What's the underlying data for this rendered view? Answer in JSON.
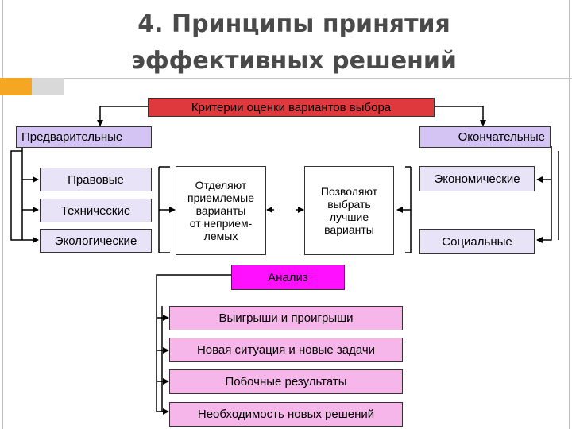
{
  "title": {
    "line1": "4. Принципы принятия",
    "line2": "эффективных решений"
  },
  "top_box": "Критерии оценки вариантов выбора",
  "left_branch": {
    "label": "Предварительные",
    "items": [
      "Правовые",
      "Технические",
      "Экологические"
    ]
  },
  "right_branch": {
    "label": "Окончательные",
    "items": [
      "Экономические",
      "Социальные"
    ]
  },
  "middle_left": "Отделяют\nприемлемые\nварианты\nот неприем-\nлемых",
  "middle_right": "Позволяют\nвыбрать\nлучшие\nварианты",
  "analysis": {
    "label": "Анализ",
    "items": [
      "Выигрыши и проигрыши",
      "Новая ситуация и новые задачи",
      "Побочные результаты",
      "Необходимость новых решений"
    ]
  },
  "colors": {
    "red": "#e0393d",
    "violet": "#d3c4f3",
    "lavender": "#e9e3f8",
    "magenta": "#ff10ff",
    "pink": "#f6b6e9",
    "accent_orange": "#f5a623",
    "title_gray": "#4a4a4a"
  }
}
